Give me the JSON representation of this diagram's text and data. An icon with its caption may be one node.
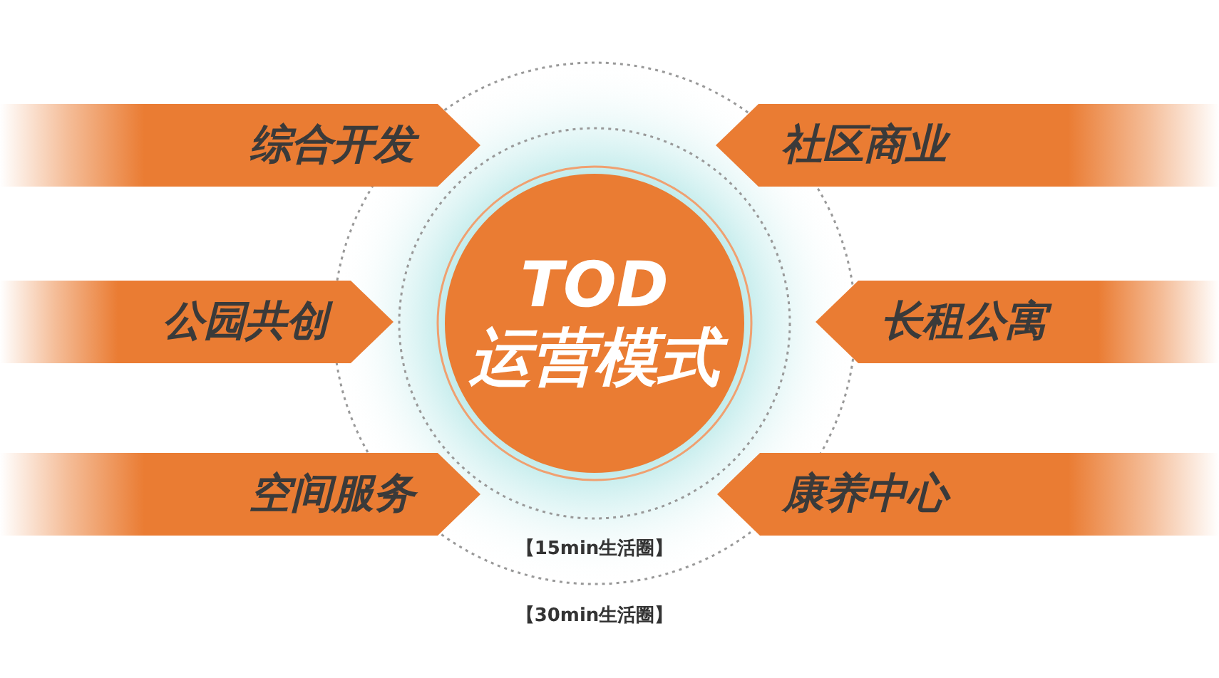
{
  "diagram": {
    "nodes": [
      {
        "text": [
          "综合开发"
        ]
      },
      {
        "text": [
          "社区商业"
        ]
      },
      {
        "text": [
          "TOD",
          "运营模式"
        ]
      },
      {
        "text": [
          "公园共创"
        ]
      },
      {
        "text": [
          "长租公寓"
        ]
      },
      {
        "text": [
          "空间服务"
        ]
      },
      {
        "text": [
          "康养中心"
        ]
      }
    ],
    "labels": [
      "【15min生活圈】",
      "【30min生活圈】"
    ]
  }
}
